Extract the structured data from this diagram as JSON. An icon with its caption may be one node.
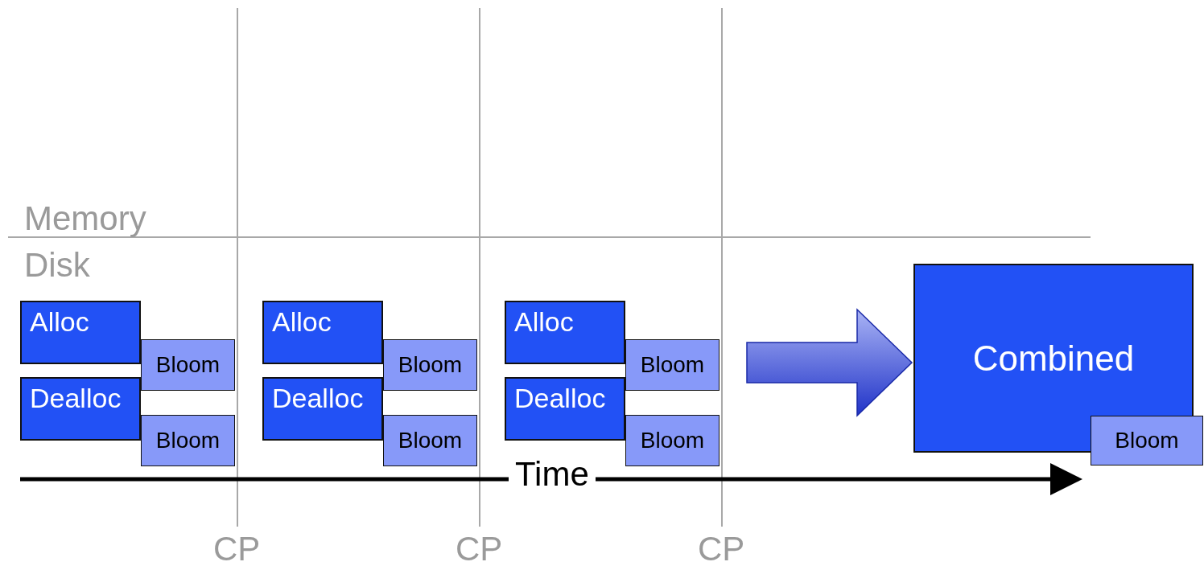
{
  "diagram": {
    "nodes": [
      {
        "text": [
          "Alloc"
        ]
      },
      {
        "text": [
          "Bloom"
        ]
      },
      {
        "text": [
          "Dealloc"
        ]
      },
      {
        "text": [
          "Bloom"
        ]
      },
      {
        "text": [
          "Alloc"
        ]
      },
      {
        "text": [
          "Bloom"
        ]
      },
      {
        "text": [
          "Dealloc"
        ]
      },
      {
        "text": [
          "Bloom"
        ]
      },
      {
        "text": [
          "Alloc"
        ]
      },
      {
        "text": [
          "Bloom"
        ]
      },
      {
        "text": [
          "Dealloc"
        ]
      },
      {
        "text": [
          "Bloom"
        ]
      },
      {
        "text": [
          "Combined"
        ]
      },
      {
        "text": [
          "Bloom"
        ]
      }
    ],
    "edges": [
      {
        "from": null,
        "to": 12,
        "arrow": "to"
      }
    ],
    "labels": [
      "Memory",
      "Disk",
      "Time",
      "CP",
      "CP",
      "CP"
    ]
  }
}
